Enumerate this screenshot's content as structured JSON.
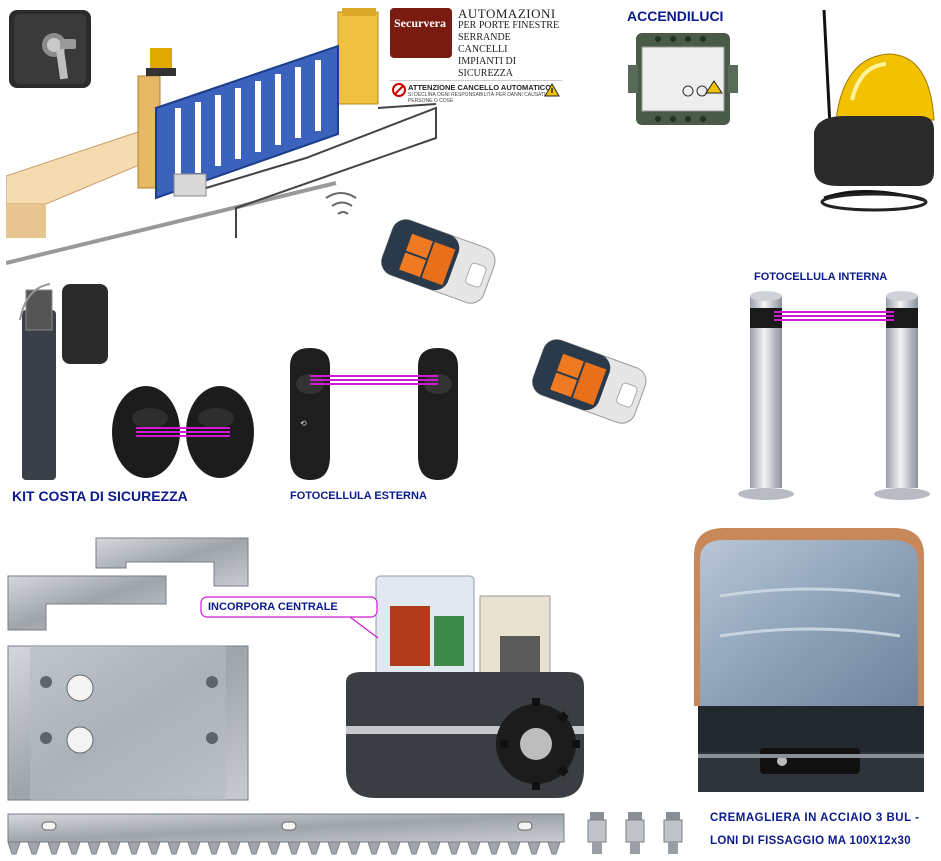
{
  "brand": {
    "logo_text": "Securvera",
    "line1": "AUTOMAZIONI",
    "line2": "PER PORTE FINESTRE",
    "line3": "SERRANDE CANCELLI",
    "line4": "IMPIANTI DI SICUREZZA",
    "warning": "ATTENZIONE CANCELLO AUTOMATICO",
    "warning_sub": "SI DECLINA OGNI RESPONSABILITÀ PER DANNI CAUSATI A PERSONE O COSE"
  },
  "labels": {
    "accendiluci": "ACCENDILUCI",
    "fotocellula_interna": "FOTOCELLULA INTERNA",
    "kit_costa": "KIT COSTA DI SICUREZZA",
    "fotocellula_esterna": "FOTOCELLULA ESTERNA",
    "incorpora_centrale": "INCORPORA CENTRALE",
    "cremagliera_line1": "CREMAGLIERA IN ACCIAIO 3 BUL -",
    "cremagliera_line2": "LONI DI FISSAGGIO MA 100X12x30"
  },
  "colors": {
    "label_blue": "#0a1a8c",
    "gate_blue": "#2f56b0",
    "lamp_yellow": "#f2c200",
    "remote_orange": "#f07a22",
    "beam_magenta": "#d21ad2"
  }
}
